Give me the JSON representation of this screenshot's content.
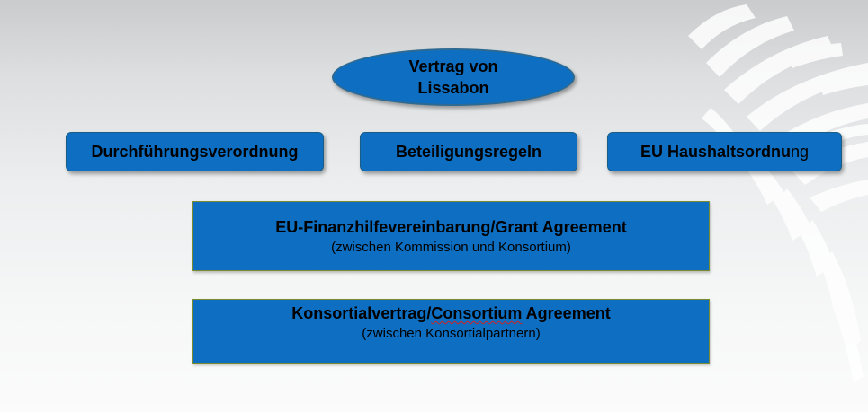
{
  "top": {
    "line1": "Vertrag von",
    "line2": "Lissabon"
  },
  "middle": {
    "left": "Durchführungsverordnung",
    "center": "Beteiligungsregeln",
    "right_bold": "EU Haushaltsordnu",
    "right_rest": "ng"
  },
  "grant": {
    "title": "EU-Finanzhilfevereinbarung/Grant Agreement",
    "subtitle": "(zwischen Kommission und Konsortium)"
  },
  "konsortial": {
    "title_a": "Konsortialvertrag/",
    "title_b": "Consortium",
    "title_c": " Agreement",
    "subtitle": "(zwischen Konsortialpartnern)"
  },
  "colors": {
    "box_fill": "#0e6fc2",
    "ellipse_border": "#2c6a93",
    "rect_border": "#7a8c2e",
    "decoration": "#ffffff"
  }
}
